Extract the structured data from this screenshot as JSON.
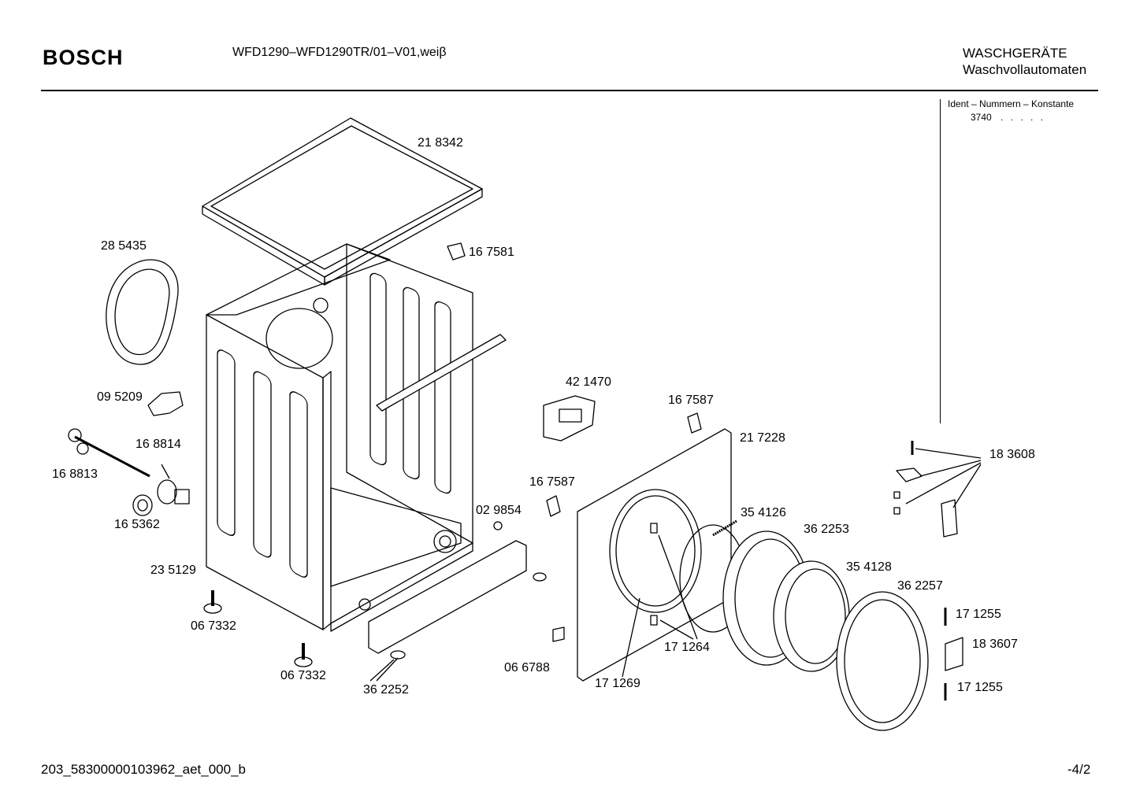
{
  "header": {
    "brand": "BOSCH",
    "model": "WFD1290–WFD1290TR/01–V01,weiβ",
    "category_line1": "WASCHGERÄTE",
    "category_line2": "Waschvollautomaten"
  },
  "ident": {
    "title": "Ident – Nummern – Konstante",
    "code": "3740",
    "dots": ". . . . ."
  },
  "parts": {
    "p218342": "21 8342",
    "p285435": "28 5435",
    "p167581": "16 7581",
    "p095209": "09 5209",
    "p168814": "16 8814",
    "p168813": "16 8813",
    "p165362": "16 5362",
    "p235129": "23 5129",
    "p067332a": "06 7332",
    "p067332b": "06 7332",
    "p362252": "36 2252",
    "p029854": "02 9854",
    "p421470": "42 1470",
    "p167587a": "16 7587",
    "p167587b": "16 7587",
    "p217228": "21 7228",
    "p354126": "35 4126",
    "p362253": "36 2253",
    "p354128": "35 4128",
    "p362257": "36 2257",
    "p066788": "06 6788",
    "p171269": "17 1269",
    "p171264": "17 1264",
    "p183608": "18 3608",
    "p171255a": "17 1255",
    "p183607": "18 3607",
    "p171255b": "17 1255"
  },
  "footer": {
    "doc_id": "203_58300000103962_aet_000_b",
    "page": "-4/2"
  }
}
